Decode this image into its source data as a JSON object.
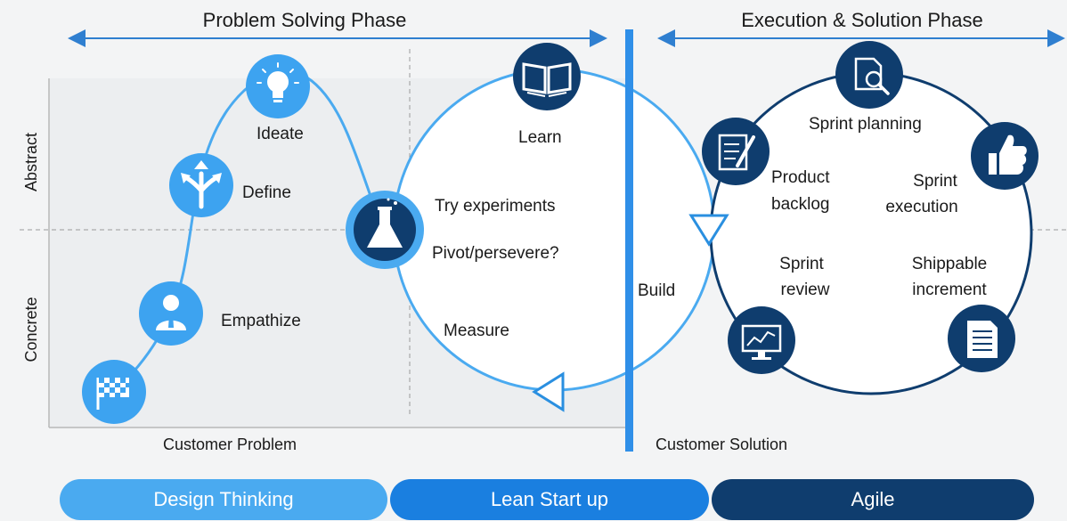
{
  "phases": {
    "problem": "Problem Solving Phase",
    "execution": "Execution & Solution Phase"
  },
  "axes": {
    "top": "Abstract",
    "bottom": "Concrete",
    "left_bottom": "Customer Problem",
    "right_bottom": "Customer Solution"
  },
  "design_thinking": {
    "steps": [
      "Empathize",
      "Define",
      "Ideate"
    ]
  },
  "lean_startup": {
    "labels": {
      "learn": "Learn",
      "try": "Try experiments",
      "pivot": "Pivot/persevere?",
      "build": "Build",
      "measure": "Measure"
    }
  },
  "agile": {
    "labels": {
      "planning": "Sprint planning",
      "backlog_1": "Product",
      "backlog_2": "backlog",
      "execution_1": "Sprint",
      "execution_2": "execution",
      "review_1": "Sprint",
      "review_2": "review",
      "increment_1": "Shippable",
      "increment_2": "increment"
    }
  },
  "methodologies": [
    "Design Thinking",
    "Lean Start up",
    "Agile"
  ],
  "colors": {
    "light_blue": "#4aaaf0",
    "mid_blue": "#1a7fe0",
    "dark_blue": "#0f3d6e",
    "divider": "#2f8fe8"
  },
  "icons": [
    "finish-flag-icon",
    "person-icon",
    "split-arrows-icon",
    "lightbulb-icon",
    "flask-icon",
    "book-icon",
    "document-search-icon",
    "clipboard-pen-icon",
    "thumbs-up-icon",
    "monitor-chart-icon",
    "document-icon"
  ]
}
